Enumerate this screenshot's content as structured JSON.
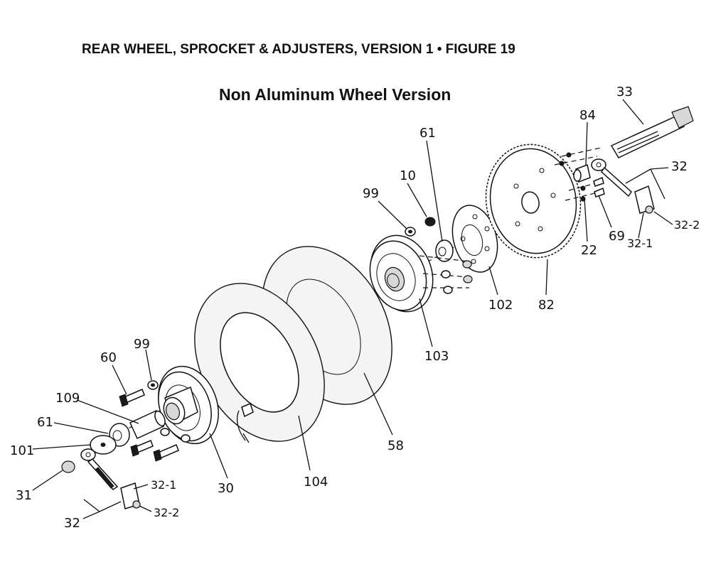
{
  "header": {
    "figure_title": "REAR WHEEL, SPROCKET & ADJUSTERS, VERSION 1  •  FIGURE 19",
    "subtitle": "Non Aluminum Wheel Version"
  },
  "callouts": {
    "c33": "33",
    "c84": "84",
    "c61_top": "61",
    "c10": "10",
    "c99_top": "99",
    "c32_right": "32",
    "c32_2_right": "32-2",
    "c32_1_right": "32-1",
    "c69": "69",
    "c22": "22",
    "c82": "82",
    "c102": "102",
    "c103": "103",
    "c58": "58",
    "c104": "104",
    "c30": "30",
    "c99_left": "99",
    "c60": "60",
    "c109": "109",
    "c61_left": "61",
    "c101": "101",
    "c31": "31",
    "c32_1_left": "32-1",
    "c32_2_left": "32-2",
    "c32_left": "32"
  }
}
